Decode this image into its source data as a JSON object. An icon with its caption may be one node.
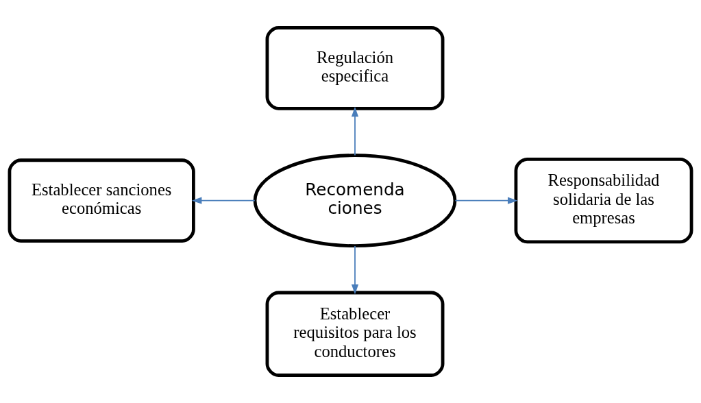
{
  "diagram": {
    "nodes": [
      {
        "text": [
          "Recomenda ciones"
        ]
      },
      {
        "text": [
          "Regulación especifica"
        ]
      },
      {
        "text": [
          "Establecer sanciones económicas"
        ]
      },
      {
        "text": [
          "Responsabilidad solidaria de las empresas"
        ]
      },
      {
        "text": [
          "Establecer requisitos para los conductores"
        ]
      }
    ],
    "edges": [
      {
        "from": 0,
        "to": 1,
        "arrow": "to"
      },
      {
        "from": 0,
        "to": 2,
        "arrow": "to"
      },
      {
        "from": 0,
        "to": 3,
        "arrow": "to"
      },
      {
        "from": 0,
        "to": 4,
        "arrow": "to"
      }
    ]
  }
}
